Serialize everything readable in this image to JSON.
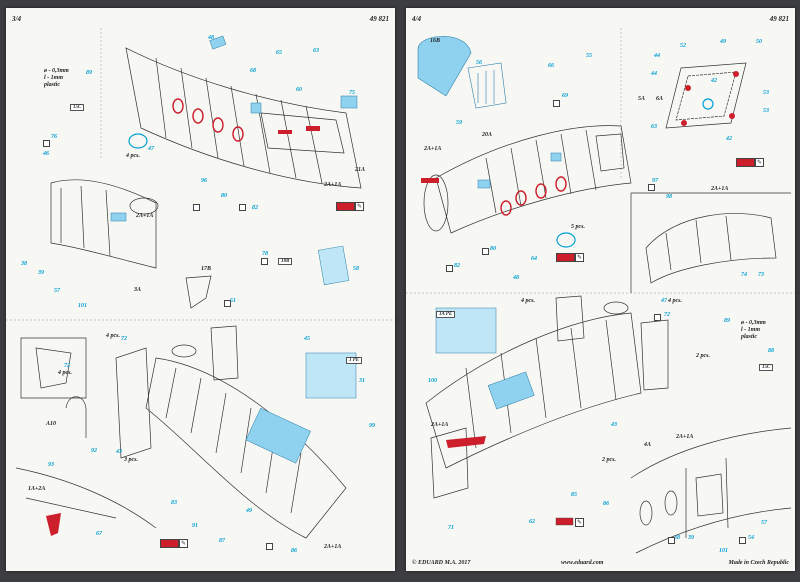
{
  "left_page": {
    "page_number": "3/4",
    "kit_number": "49 821",
    "labels_blue": [
      {
        "id": "l48",
        "text": "48"
      },
      {
        "id": "l65",
        "text": "65"
      },
      {
        "id": "l63",
        "text": "63"
      },
      {
        "id": "l68",
        "text": "68"
      },
      {
        "id": "l60",
        "text": "60"
      },
      {
        "id": "l75",
        "text": "75"
      },
      {
        "id": "l89",
        "text": "89"
      },
      {
        "id": "l76",
        "text": "76"
      },
      {
        "id": "l46",
        "text": "46"
      },
      {
        "id": "l47",
        "text": "47"
      },
      {
        "id": "l96",
        "text": "96"
      },
      {
        "id": "l80",
        "text": "80"
      },
      {
        "id": "l82",
        "text": "82"
      },
      {
        "id": "l38",
        "text": "38"
      },
      {
        "id": "l39",
        "text": "39"
      },
      {
        "id": "l57",
        "text": "57"
      },
      {
        "id": "l101",
        "text": "101"
      },
      {
        "id": "l78",
        "text": "78"
      },
      {
        "id": "l58",
        "text": "58"
      },
      {
        "id": "l51",
        "text": "51"
      },
      {
        "id": "l72",
        "text": "72"
      },
      {
        "id": "l45",
        "text": "45"
      },
      {
        "id": "l31",
        "text": "31"
      },
      {
        "id": "l99",
        "text": "99"
      },
      {
        "id": "l43",
        "text": "43"
      },
      {
        "id": "l83",
        "text": "83"
      },
      {
        "id": "l91",
        "text": "91"
      },
      {
        "id": "l87",
        "text": "87"
      },
      {
        "id": "l49",
        "text": "49"
      },
      {
        "id": "l86",
        "text": "86"
      },
      {
        "id": "l93",
        "text": "93"
      },
      {
        "id": "l67",
        "text": "67"
      },
      {
        "id": "l92",
        "text": "92"
      },
      {
        "id": "l72b",
        "text": "72"
      }
    ],
    "labels_black": [
      {
        "id": "b21a",
        "text": "21A"
      },
      {
        "id": "b2a1a",
        "text": "2A+1A"
      },
      {
        "id": "b2a1a2",
        "text": "2A+1A"
      },
      {
        "id": "b3a",
        "text": "3A"
      },
      {
        "id": "b17b",
        "text": "17B"
      },
      {
        "id": "ba10",
        "text": "A10"
      },
      {
        "id": "b1a2a",
        "text": "1A+2A"
      },
      {
        "id": "b2a1a3",
        "text": "2A+1A"
      }
    ],
    "notes": {
      "rod_line1": "ø - 0,3mm",
      "rod_line2": "l - 1mm",
      "rod_line3": "plastic",
      "pcs4_a": "4 pcs.",
      "pcs4_b": "4 pcs.",
      "pcs4_c": "4 pcs.",
      "pcs3": "3 pcs."
    },
    "tags": {
      "t15c": "15C",
      "t18b": "18B",
      "t1pe": "1 PE"
    }
  },
  "right_page": {
    "page_number": "4/4",
    "kit_number": "49 821",
    "labels_blue": [
      {
        "id": "r56",
        "text": "56"
      },
      {
        "id": "r66",
        "text": "66"
      },
      {
        "id": "r69",
        "text": "69"
      },
      {
        "id": "r55",
        "text": "55"
      },
      {
        "id": "r59",
        "text": "59"
      },
      {
        "id": "r52",
        "text": "52"
      },
      {
        "id": "r49",
        "text": "49"
      },
      {
        "id": "r50",
        "text": "50"
      },
      {
        "id": "r44",
        "text": "44"
      },
      {
        "id": "r42",
        "text": "42"
      },
      {
        "id": "r53",
        "text": "53"
      },
      {
        "id": "r63",
        "text": "63"
      },
      {
        "id": "r97",
        "text": "97"
      },
      {
        "id": "r98",
        "text": "98"
      },
      {
        "id": "r80",
        "text": "80"
      },
      {
        "id": "r82",
        "text": "82"
      },
      {
        "id": "r64",
        "text": "64"
      },
      {
        "id": "r74",
        "text": "74"
      },
      {
        "id": "r73",
        "text": "73"
      },
      {
        "id": "r48",
        "text": "48"
      },
      {
        "id": "r47",
        "text": "47"
      },
      {
        "id": "r72",
        "text": "72"
      },
      {
        "id": "r89",
        "text": "89"
      },
      {
        "id": "r88",
        "text": "88"
      },
      {
        "id": "r100",
        "text": "100"
      },
      {
        "id": "r43",
        "text": "43"
      },
      {
        "id": "r85",
        "text": "85"
      },
      {
        "id": "r86",
        "text": "86"
      },
      {
        "id": "r71",
        "text": "71"
      },
      {
        "id": "r62",
        "text": "62"
      },
      {
        "id": "r38",
        "text": "38"
      },
      {
        "id": "r39",
        "text": "39"
      },
      {
        "id": "r54",
        "text": "54"
      },
      {
        "id": "r57",
        "text": "57"
      },
      {
        "id": "r101",
        "text": "101"
      },
      {
        "id": "r42b",
        "text": "42"
      },
      {
        "id": "r44b",
        "text": "44"
      },
      {
        "id": "r53b",
        "text": "53"
      }
    ],
    "labels_black": [
      {
        "id": "k16b",
        "text": "16B"
      },
      {
        "id": "k2a1a",
        "text": "2A+1A"
      },
      {
        "id": "k20a",
        "text": "20A"
      },
      {
        "id": "k5a",
        "text": "5A"
      },
      {
        "id": "k6a",
        "text": "6A"
      },
      {
        "id": "k2a1a2",
        "text": "2A+1A"
      },
      {
        "id": "k2a1a3",
        "text": "2A+1A"
      },
      {
        "id": "k4a",
        "text": "4A"
      },
      {
        "id": "k2a1a4",
        "text": "2A+1A"
      }
    ],
    "notes": {
      "pcs5": "5 pcs.",
      "pcs4_a": "4 pcs.",
      "pcs4_b": "4 pcs.",
      "pcs2_a": "2 pcs.",
      "pcs2_b": "2 pcs.",
      "rod_line1": "ø - 0,3mm",
      "rod_line2": "l - 1mm",
      "rod_line3": "plastic"
    },
    "tags": {
      "t1ape": "1A PE",
      "t15c": "15C"
    },
    "footer_left": "© EDUARD  M.A. 2017",
    "footer_mid": "www.eduard.com",
    "footer_right": "Made in Czech Republic"
  },
  "colors": {
    "part_blue": "#00a0d2",
    "fill_blue": "#8fd2ef",
    "paint_red": "#cc1f2b",
    "line": "#333333"
  }
}
